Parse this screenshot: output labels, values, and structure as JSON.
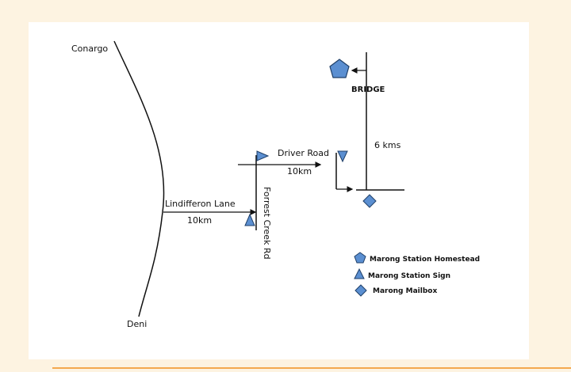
{
  "map": {
    "places": {
      "conargo": "Conargo",
      "deni": "Deni",
      "bridge": "BRIDGE"
    },
    "roads": {
      "lindifferon_lane": "Lindifferon Lane",
      "lindifferon_distance": "10km",
      "forrest_creek_rd": "Forrest Creek Rd",
      "driver_road": "Driver Road",
      "driver_distance": "10km",
      "north_distance": "6 kms"
    },
    "legend": {
      "homestead": "Marong Station Homestead",
      "sign": "Marong Station Sign",
      "mailbox": "Marong Mailbox"
    },
    "colors": {
      "marker_fill": "#5b8fd1",
      "marker_stroke": "#1f3f68",
      "line": "#111111",
      "page_bg": "#fdf3e1",
      "accent_rule": "#f4a84e"
    },
    "icons": {
      "homestead": "pentagon-icon",
      "sign": "triangle-icon",
      "mailbox": "diamond-icon"
    }
  }
}
